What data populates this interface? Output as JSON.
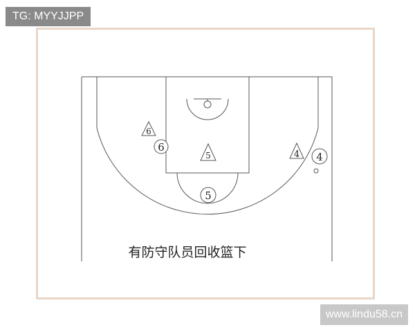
{
  "overlay": {
    "tag": "TG: MYYJJPP",
    "site": "www.lindu58.cn"
  },
  "diagram": {
    "caption": "有防守队员回收篮下",
    "players": [
      {
        "id": "p6-circle",
        "shape": "circle",
        "label": "6"
      },
      {
        "id": "p6-triangle",
        "shape": "triangle",
        "label": "6"
      },
      {
        "id": "p5-triangle",
        "shape": "triangle",
        "label": "5"
      },
      {
        "id": "p5-circle",
        "shape": "circle",
        "label": "5"
      },
      {
        "id": "p4-triangle",
        "shape": "triangle",
        "label": "4"
      },
      {
        "id": "p4-circle",
        "shape": "circle",
        "label": "4"
      }
    ]
  },
  "colors": {
    "line": "#555555",
    "frame": "#e8d6c8",
    "tag_bg": "#8a8a8a",
    "site_bg": "#c8c8c8"
  }
}
